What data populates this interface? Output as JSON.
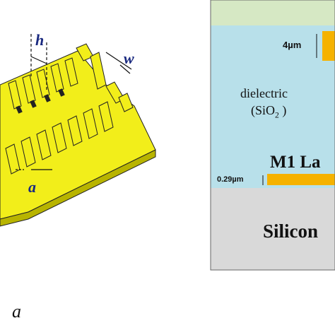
{
  "panel_a": {
    "label_h": "h",
    "label_w": "w",
    "label_a": "a",
    "panel_label": "a",
    "colors": {
      "metal": "#f2ee1a",
      "metal_side": "#b8b400",
      "outline": "#222222"
    }
  },
  "panel_b": {
    "thickness_top": "4µm",
    "dielectric_line1": "dielectric",
    "dielectric_line2_prefix": "(SiO",
    "dielectric_line2_sub": "2",
    "dielectric_line2_suffix": " )",
    "metal_layer": "M1 La",
    "thickness_metal": "0.29µm",
    "substrate": "Silicon",
    "colors": {
      "top_layer": "#d6e8c4",
      "dielectric": "#b8e0ea",
      "metal": "#f5b200",
      "silicon": "#d9d9d9"
    }
  }
}
